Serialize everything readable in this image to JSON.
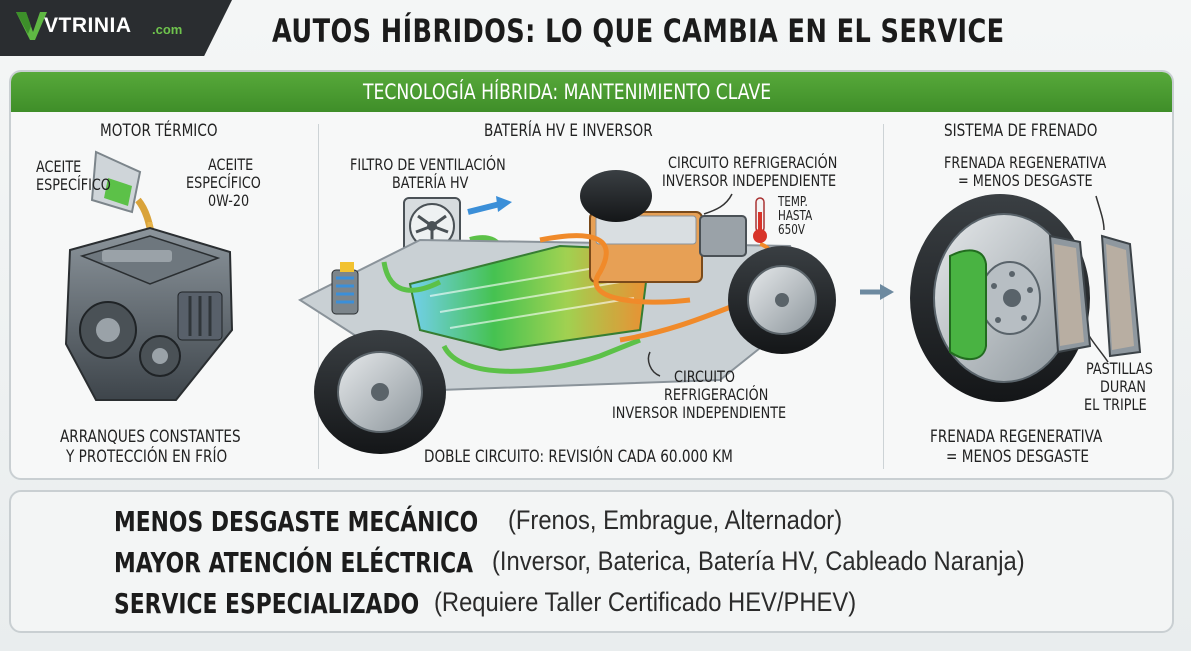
{
  "logo": {
    "name": "VTRINIA",
    "suffix": ".com"
  },
  "title": "AUTOS HÍBRIDOS: LO QUE CAMBIA EN EL SERVICE",
  "band_title": "TECNOLOGÍA HÍBRIDA: MANTENIMIENTO CLAVE",
  "motor": {
    "heading": "MOTOR TÉRMICO",
    "oil_left": [
      "ACEITE",
      "ESPECÍFICO"
    ],
    "oil_right": [
      "ACEITE",
      "ESPECÍFICO",
      "0W-20"
    ],
    "caption": [
      "ARRANQUES CONSTANTES",
      "Y PROTECCIÓN EN FRÍO"
    ]
  },
  "battery": {
    "heading": "BATERÍA HV E INVERSOR",
    "filter_label": [
      "FILTRO DE VENTILACIÓN",
      "BATERÍA HV"
    ],
    "cooling_top": [
      "CIRCUITO REFRIGERACIÓN",
      "INVERSOR INDEPENDIENTE"
    ],
    "temp": [
      "TEMP.",
      "HASTA",
      "650V"
    ],
    "cooling_bottom": [
      "CIRCUITO",
      "REFRIGERACIÓN",
      "INVERSOR INDEPENDIENTE"
    ],
    "caption": "DOBLE CIRCUITO: REVISIÓN CADA 60.000 KM"
  },
  "brakes": {
    "heading": "SISTEMA DE FRENADO",
    "top_label": [
      "FRENADA REGENERATIVA",
      "= MENOS DESGASTE"
    ],
    "pads_label": [
      "PASTILLAS",
      "DURAN",
      "EL TRIPLE"
    ],
    "caption": [
      "FRENADA REGENERATIVA",
      "= MENOS DESGASTE"
    ]
  },
  "points": [
    {
      "icon": "check-circle-icon",
      "strong": "MENOS DESGASTE  MECÁNICO",
      "detail": "(Frenos, Embrague, Alternador)"
    },
    {
      "icon": "warning-triangle-icon",
      "strong": "MAYOR ATENCIÓN ELÉCTRICA",
      "detail": "(Inversor, Baterica, Batería HV, Cableado Naranja)"
    },
    {
      "icon": "mechanic-icon",
      "strong": "SERVICE ESPECIALIZADO",
      "detail": "(Requiere Taller Certificado HEV/PHEV)"
    }
  ],
  "colors": {
    "brand_green": "#4a9c30",
    "check": "#3fa046",
    "warning": "#f2a12a",
    "cooling_orange": "#f08a2a",
    "cooling_green": "#5cc148"
  }
}
